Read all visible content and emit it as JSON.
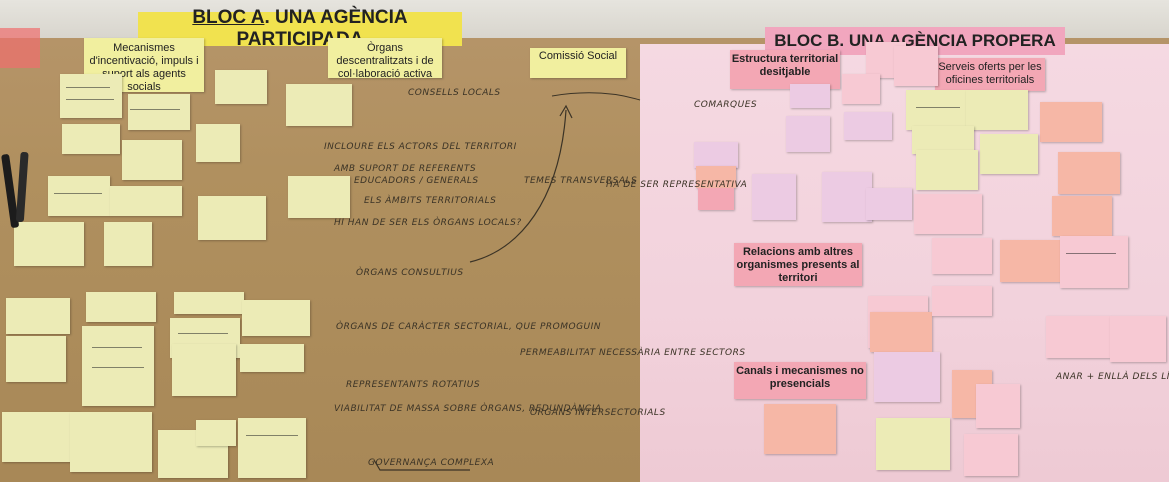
{
  "bloc_a": {
    "title_prefix": "BLOC A",
    "title_rest": ". UNA AGÈNCIA PARTICIPADA",
    "columns": [
      "Mecanismes d'incentivació, impuls i suport als agents socials",
      "Òrgans descentralitzats i de col·laboració activa",
      "Comissió Social"
    ]
  },
  "bloc_b": {
    "title": "BLOC B. UNA AGÈNCIA PROPERA",
    "labels": [
      "Estructura territorial desitjable",
      "Serveis oferts per les oficines territorials",
      "Relacions amb altres organismes presents al territori",
      "Canals i mecanismes no presencials"
    ]
  },
  "handwriting": [
    "CONSELLS LOCALS",
    "INCLOURE ELS ACTORS DEL TERRITORI",
    "AMB SUPORT DE REFERENTS",
    "EDUCADORS / GENERALS",
    "ELS ÀMBITS TERRITORIALS",
    "HI HAN DE SER ELS ÒRGANS LOCALS?",
    "ÒRGANS CONSULTIUS",
    "ÒRGANS DE CARÀCTER SECTORIAL, QUE PROMOGUIN",
    "REPRESENTANTS ROTATIUS",
    "VIABILITAT DE MASSA SOBRE ÒRGANS, REDUNDÀNCIA",
    "GOVERNANÇA COMPLEXA",
    "PERMEABILITAT NECESSÀRIA ENTRE SECTORS",
    "ÒRGANS INTERSECTORIALS",
    "HA DE SER REPRESENTATIVA",
    "TEMES TRANSVERSALS",
    "COMARQUES",
    "ANAR + ENLLÀ DELS LÍMITS"
  ]
}
